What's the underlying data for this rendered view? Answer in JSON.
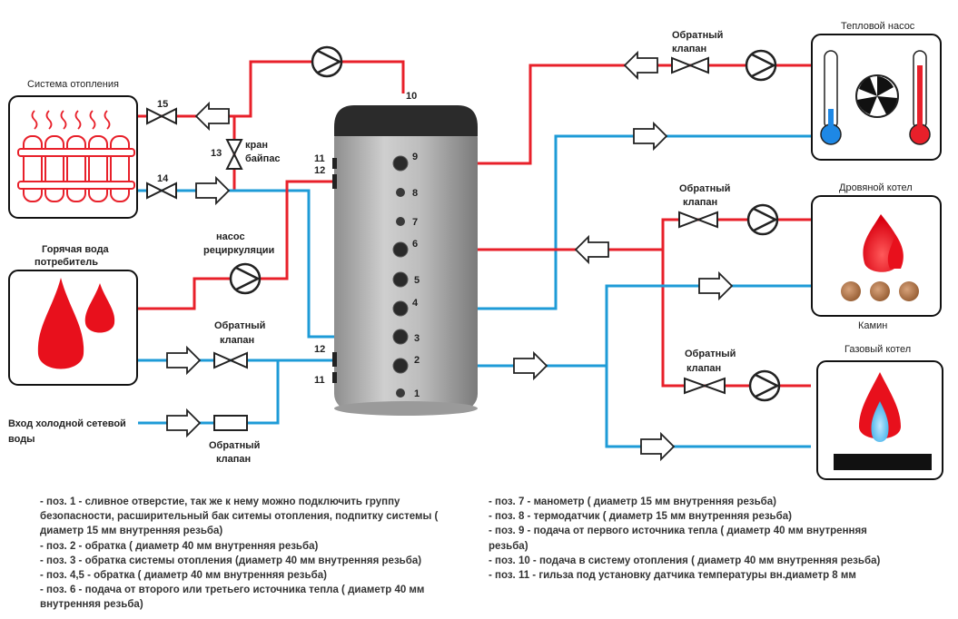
{
  "labels": {
    "heating_system": "Система отопления",
    "heat_pump": "Тепловой насос",
    "hot_water": "Горячая вода\nпотребитель",
    "cold_water": "Вход холодной сетевой\nводы",
    "check_valve": "Обратный\nклапан",
    "bypass_valve": "кран\nбайпас",
    "recirc_pump": "насос\nрециркуляции",
    "wood_boiler": "Дровяной котел",
    "fireplace": "Камин",
    "gas_boiler": "Газовый котел"
  },
  "numbers": {
    "n10": "10",
    "n15": "15",
    "n14": "14",
    "n13": "13",
    "n11": "11",
    "n12": "12",
    "n9": "9",
    "n8": "8",
    "n7": "7",
    "n6": "6",
    "n5": "5",
    "n4": "4",
    "n3": "3",
    "n2": "2",
    "n1": "1"
  },
  "notes_left": [
    "- поз. 1 - сливное отверстие, так же к нему можно подключить группу безопасности, расширительный бак ситемы отопления, подпитку системы ( диаметр 15 мм внутренняя резьба)",
    "- поз. 2 - обратка ( диаметр 40 мм внутренняя резьба)",
    "- поз. 3 - обратка системы отопления (диаметр 40 мм внутренняя резьба)",
    "- поз. 4,5 - обратка    ( диаметр 40 мм внутренняя резьба)",
    "- поз. 6 - подача от второго или третьего источника тепла ( диаметр 40 мм внутренняя резьба)"
  ],
  "notes_right": [
    "- поз. 7 - манометр ( диаметр 15 мм внутренняя резьба)",
    "- поз. 8 - термодатчик ( диаметр 15 мм внутренняя резьба)",
    "- поз. 9 - подача от первого источника тепла ( диаметр 40 мм внутренняя резьба)",
    "- поз. 10 - подача в систему отопления ( диаметр 40 мм внутренняя резьба)",
    "- поз. 11 - гильза под установку датчика температуры вн.диаметр 8 мм"
  ],
  "colors": {
    "hot": "#e8202a",
    "cold": "#1e9bd7",
    "flame": "#e8101c",
    "tank": "#b9b9b9"
  }
}
